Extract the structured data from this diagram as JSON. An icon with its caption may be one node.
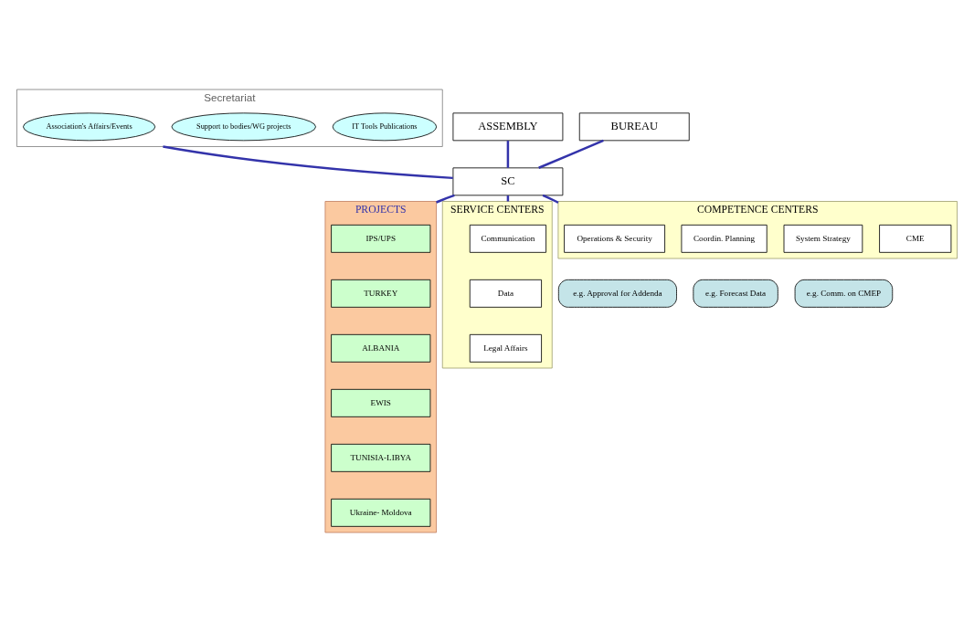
{
  "diagram": {
    "nodes": [
      {
        "text": [
          "Secretariat"
        ]
      },
      {
        "text": [
          "Association's Affairs/Events"
        ],
        "in": 0
      },
      {
        "text": [
          "Support to bodies/WG projects"
        ],
        "in": 0
      },
      {
        "text": [
          "IT Tools Publications"
        ],
        "in": 0
      },
      {
        "text": [
          "ASSEMBLY"
        ]
      },
      {
        "text": [
          "BUREAU"
        ]
      },
      {
        "text": [
          "SC"
        ]
      },
      {
        "text": [
          "PROJECTS"
        ]
      },
      {
        "text": [
          "IPS/UPS"
        ],
        "in": 7
      },
      {
        "text": [
          "TURKEY"
        ],
        "in": 7
      },
      {
        "text": [
          "ALBANIA"
        ],
        "in": 7
      },
      {
        "text": [
          "EWIS"
        ],
        "in": 7
      },
      {
        "text": [
          "TUNISIA-LIBYA"
        ],
        "in": 7
      },
      {
        "text": [
          "Ukraine- Moldova"
        ],
        "in": 7
      },
      {
        "text": [
          "COMPETENCE CENTERS"
        ]
      },
      {
        "text": [
          "Operations & Security"
        ],
        "in": 14
      },
      {
        "text": [
          "Coordin. Planning"
        ],
        "in": 14
      },
      {
        "text": [
          "System Strategy"
        ],
        "in": 14
      },
      {
        "text": [
          "CME"
        ],
        "in": 14
      },
      {
        "text": [
          "SERVICE CENTERS"
        ]
      },
      {
        "text": [
          "Communication"
        ],
        "in": 19
      },
      {
        "text": [
          "Data"
        ],
        "in": 19
      },
      {
        "text": [
          "Legal Affairs"
        ],
        "in": 19
      },
      {
        "text": [
          "e.g. Approval for Addenda"
        ]
      },
      {
        "text": [
          "e.g. Forecast Data"
        ]
      },
      {
        "text": [
          "e.g. Comm. on CMEP"
        ]
      }
    ],
    "edges": [
      {
        "from": 4,
        "to": 6,
        "arrow": "none"
      },
      {
        "from": 0,
        "to": 6,
        "arrow": "none"
      },
      {
        "from": 5,
        "to": 6,
        "arrow": "none"
      },
      {
        "from": 6,
        "to": 7,
        "arrow": "none"
      },
      {
        "from": 6,
        "to": 14,
        "arrow": "none"
      },
      {
        "from": 6,
        "to": 19,
        "arrow": "none"
      }
    ]
  }
}
